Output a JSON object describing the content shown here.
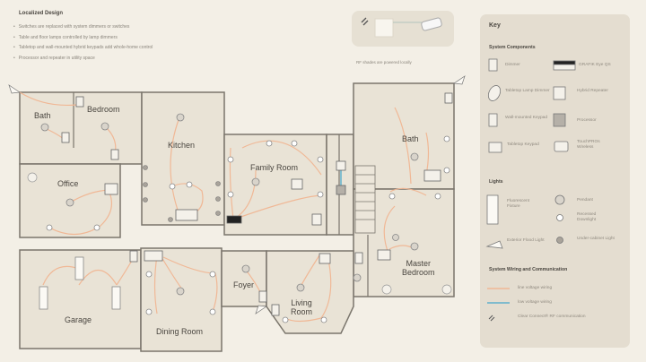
{
  "intro": {
    "title": "Localized Design",
    "bullets": [
      "Switches are replaced with system dimmers or switches",
      "Table and floor lamps controlled by lamp dimmers",
      "Tabletop and wall-mounted hybrid keypads add whole-home control",
      "Processor and repeater in utility space"
    ]
  },
  "rf_note": "RF shades are powered locally",
  "key": {
    "title": "Key",
    "components_heading": "System Components",
    "components": [
      {
        "icon": "dimmer-icon",
        "label": "Dimmer"
      },
      {
        "icon": "grafik-eye-icon",
        "label": "GRAFIK Eye QS"
      },
      {
        "icon": "tabletop-lamp-dimmer-icon",
        "label": "Tabletop Lamp Dimmer"
      },
      {
        "icon": "hybrid-repeater-icon",
        "label": "Hybrid Repeater"
      },
      {
        "icon": "wall-keypad-icon",
        "label": "Wall-mounted Keypad"
      },
      {
        "icon": "processor-icon",
        "label": "Processor"
      },
      {
        "icon": "tabletop-keypad-icon",
        "label": "Tabletop Keypad"
      },
      {
        "icon": "touchpro-icon",
        "label": "TouchPROs Wireless"
      }
    ],
    "lights_heading": "Lights",
    "lights": [
      {
        "icon": "fluorescent-fixture-icon",
        "label": "Fluorescent Fixture"
      },
      {
        "icon": "pendant-icon",
        "label": "Pendant"
      },
      {
        "icon": "recessed-downlight-icon",
        "label": "Recessed Downlight"
      },
      {
        "icon": "exterior-flood-light-icon",
        "label": "Exterior Flood Light"
      },
      {
        "icon": "under-cabinet-light-icon",
        "label": "Under-cabinet Light"
      }
    ],
    "wiring_heading": "System Wiring and Communication",
    "wiring": [
      {
        "icon": "line-voltage-icon",
        "label": "line voltage wiring",
        "color": "#f0b896"
      },
      {
        "icon": "low-voltage-icon",
        "label": "low voltage wiring",
        "color": "#5fb0cc"
      },
      {
        "icon": "rf-communication-icon",
        "label": "Clear Connect® RF communication"
      }
    ]
  },
  "rooms": {
    "bath1": "Bath",
    "bedroom": "Bedroom",
    "kitchen": "Kitchen",
    "office": "Office",
    "family": "Family Room",
    "bath2": "Bath",
    "garage": "Garage",
    "dining": "Dining Room",
    "foyer": "Foyer",
    "living1": "Living",
    "living2": "Room",
    "master1": "Master",
    "master2": "Bedroom"
  },
  "colors": {
    "line_voltage": "#f0b896",
    "low_voltage": "#5fb0cc",
    "wall": "#7a756c",
    "floor": "#e8e2d5"
  }
}
